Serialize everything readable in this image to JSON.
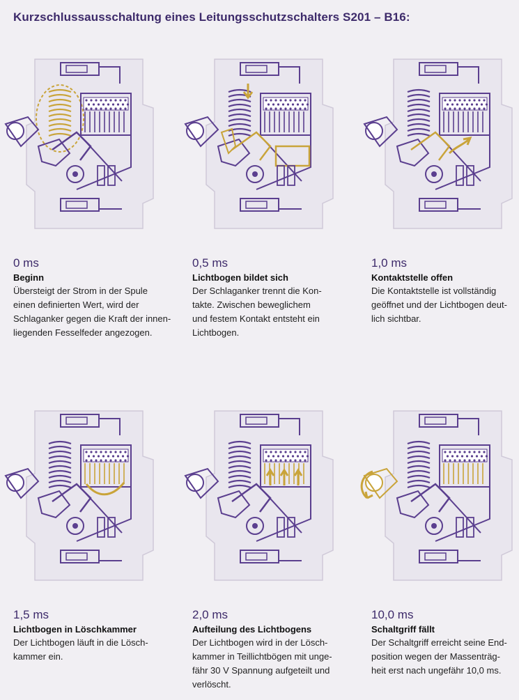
{
  "title": "Kurzschlussausschaltung eines Leitungsschutzschalters S201 – B16:",
  "colors": {
    "outline": "#5b3f8f",
    "highlight": "#c9a43a",
    "background": "#f1eff3",
    "body": "#e9e6ee"
  },
  "steps": [
    {
      "time": "0 ms",
      "heading": "Beginn",
      "text": "Übersteigt der Strom in der Spule\neinen definierten Wert, wird der\nSchlaganker gegen die Kraft der innen-\nliegenden Fesselfeder angezogen."
    },
    {
      "time": "0,5 ms",
      "heading": "Lichtbogen bildet sich",
      "text": "Der Schlaganker trennt die Kon-\ntakte. Zwischen beweglichem\nund festem Kontakt entsteht ein\nLichtbogen."
    },
    {
      "time": "1,0 ms",
      "heading": "Kontaktstelle offen",
      "text": "Die Kontaktstelle ist vollständig\ngeöffnet und der Lichtbogen deut-\nlich sichtbar."
    },
    {
      "time": "1,5 ms",
      "heading": "Lichtbogen in Löschkammer",
      "text": "Der Lichtbogen läuft in die Lösch-\nkammer ein."
    },
    {
      "time": "2,0 ms",
      "heading": "Aufteilung des Lichtbogens",
      "text": "Der Lichtbogen wird in der Lösch-\nkammer in Teillichtbögen mit unge-\nfähr 30 V Spannung aufgeteilt und\nverlöscht."
    },
    {
      "time": "10,0 ms",
      "heading": "Schaltgriff fällt",
      "text": "Der Schaltgriff erreicht seine End-\nposition wegen der Massenträg-\nheit erst nach ungefähr 10,0 ms."
    }
  ]
}
